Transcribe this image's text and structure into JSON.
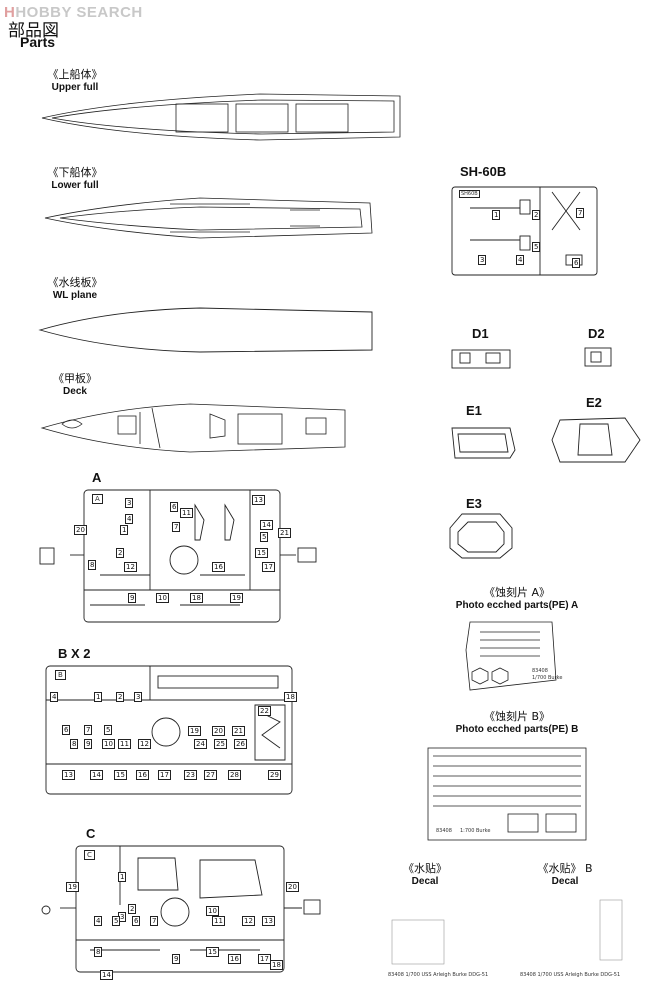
{
  "watermark": {
    "brand_mark": "H",
    "text": "HOBBY SEARCH"
  },
  "header": {
    "title_zh": "部品図",
    "title_en": "Parts"
  },
  "hulls": [
    {
      "zh": "《上船体》",
      "en": "Upper full"
    },
    {
      "zh": "《下船体》",
      "en": "Lower full"
    },
    {
      "zh": "《水线板》",
      "en": "WL plane"
    },
    {
      "zh": "《甲板》",
      "en": "Deck"
    }
  ],
  "sprues": {
    "a": {
      "title": "A",
      "tag": "A"
    },
    "b": {
      "title": "B X 2",
      "tag": "B"
    },
    "c": {
      "title": "C",
      "tag": "C"
    },
    "sh60b": {
      "title": "SH-60B",
      "tag": "SH60B"
    },
    "d1": {
      "title": "D1"
    },
    "d2": {
      "title": "D2"
    },
    "e1": {
      "title": "E1"
    },
    "e2": {
      "title": "E2"
    },
    "e3": {
      "title": "E3"
    }
  },
  "pe": {
    "a": {
      "zh": "《蚀刻片 A》",
      "en": "Photo ecched parts(PE) A",
      "plate_code": "83408",
      "plate_text": "1/700 Burke"
    },
    "b": {
      "zh": "《蚀刻片 B》",
      "en": "Photo ecched parts(PE) B",
      "plate_code": "83408",
      "plate_text": "1:700 Burke"
    }
  },
  "decals": {
    "a": {
      "zh": "《水贴》",
      "en": "Decal",
      "strip": "83408 1/700 USS Arleigh Burke DDG-51"
    },
    "b": {
      "zh": "《水贴》 B",
      "en": "Decal",
      "strip": "83408 1/700 USS Arleigh Burke DDG-51"
    }
  },
  "part_numbers": {
    "a": [
      "20",
      "3",
      "4",
      "6",
      "1",
      "2",
      "11",
      "7",
      "8",
      "5",
      "13",
      "12",
      "14",
      "15",
      "16",
      "21",
      "17",
      "9",
      "10",
      "18",
      "19"
    ],
    "b": [
      "4",
      "1",
      "2",
      "3",
      "18",
      "6",
      "7",
      "5",
      "8",
      "9",
      "10",
      "11",
      "12",
      "19",
      "20",
      "21",
      "22",
      "13",
      "14",
      "15",
      "16",
      "17",
      "23",
      "24",
      "25",
      "26",
      "27",
      "28",
      "29"
    ],
    "c": [
      "19",
      "1",
      "20",
      "2",
      "3",
      "4",
      "5",
      "6",
      "7",
      "8",
      "9",
      "10",
      "11",
      "12",
      "13",
      "14",
      "15",
      "16",
      "17",
      "18"
    ],
    "sh60b": [
      "1",
      "2",
      "3",
      "4",
      "5",
      "6",
      "7"
    ]
  }
}
